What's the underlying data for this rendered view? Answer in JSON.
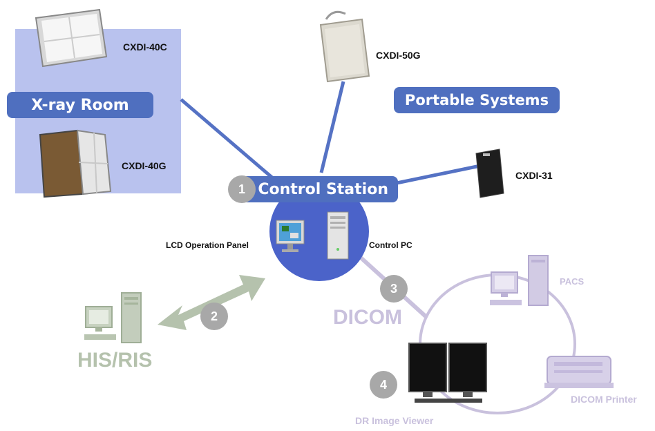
{
  "colors": {
    "room_panel": "#b9c2ee",
    "blue": "#4f6fbf",
    "station": "#4b63c9",
    "badge_gray": "#a8a8a8",
    "his_green": "#b5c2ad",
    "dicom_purple": "#c9c1dd"
  },
  "xray_room": {
    "label": "X-ray Room",
    "devices": [
      "CXDI-40C",
      "CXDI-40G"
    ]
  },
  "portable": {
    "label": "Portable Systems",
    "devices": [
      "CXDI-50G",
      "CXDI-31"
    ]
  },
  "control_station": {
    "number": "1",
    "label": "Control Station",
    "lcd_label": "LCD Operation Panel",
    "pc_label": "Control PC"
  },
  "his_ris": {
    "number": "2",
    "label": "HIS/RIS"
  },
  "dicom": {
    "number": "3",
    "label": "DICOM",
    "pacs_label": "PACS",
    "printer_label": "DICOM Printer"
  },
  "viewer": {
    "number": "4",
    "label": "DR Image Viewer"
  }
}
